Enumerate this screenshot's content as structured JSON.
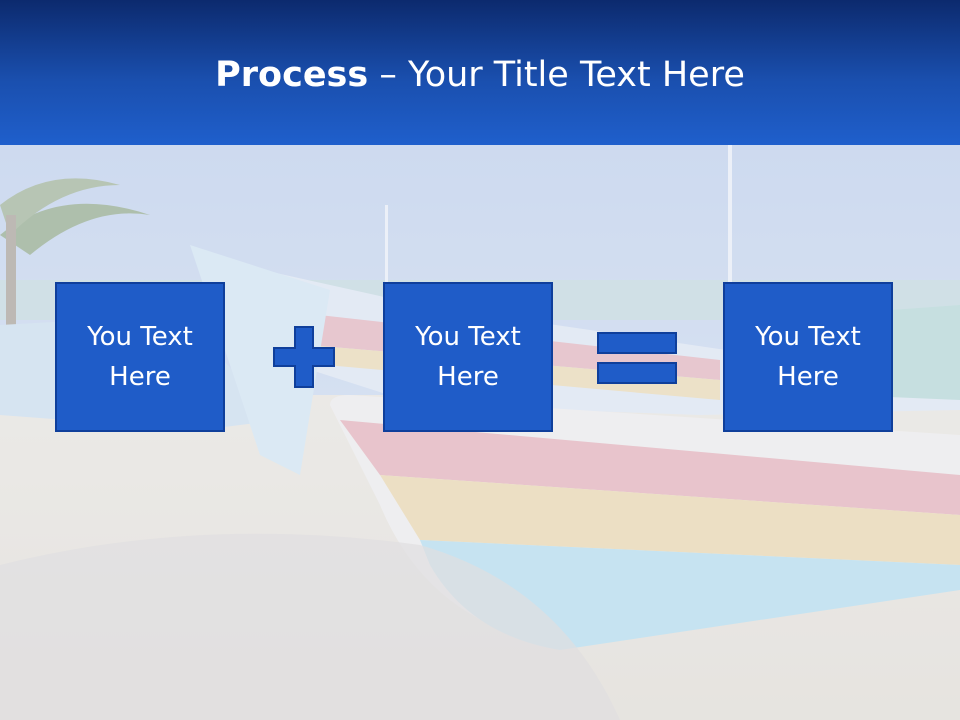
{
  "slide": {
    "title_bold": "Process",
    "title_rest": " – Your Title Text Here",
    "boxes": [
      {
        "line1": "You Text",
        "line2": "Here"
      },
      {
        "line1": "You Text",
        "line2": "Here"
      },
      {
        "line1": "You Text",
        "line2": "Here"
      }
    ],
    "operators": [
      "plus-icon",
      "equals-icon"
    ]
  },
  "colors": {
    "header": "#1a4fae",
    "box_fill": "#1f5cc8",
    "box_border": "#0f3f9b",
    "text": "#ffffff"
  }
}
